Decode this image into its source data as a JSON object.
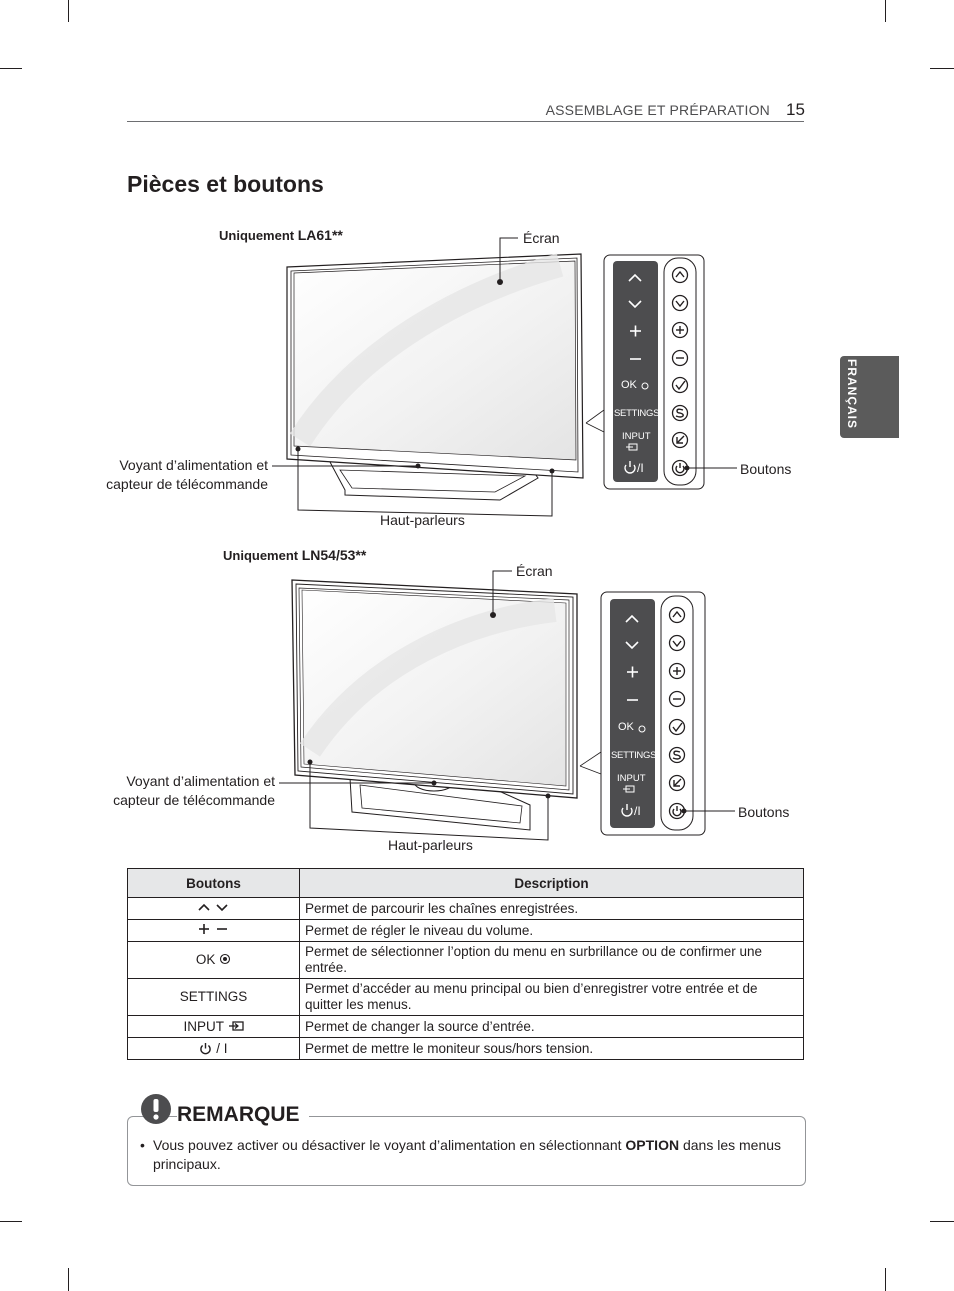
{
  "header": {
    "section": "ASSEMBLAGE ET PRÉPARATION",
    "page_number": "15"
  },
  "side_tab": {
    "language": "FRANÇAIS"
  },
  "title": "Pièces et boutons",
  "figure1": {
    "model_prefix": "Uniquement ",
    "model_code": "LA61**",
    "labels": {
      "screen": "Écran",
      "led_line1": "Voyant d’alimentation et",
      "led_line2": "capteur de télécommande",
      "speakers": "Haut-parleurs",
      "buttons": "Boutons"
    },
    "panel": {
      "ok": "OK",
      "settings": "SETTINGS",
      "input": "INPUT",
      "power": "/I"
    }
  },
  "figure2": {
    "model_prefix": "Uniquement ",
    "model_code": "LN54/53**",
    "labels": {
      "screen": "Écran",
      "led_line1": "Voyant d’alimentation et",
      "led_line2": "capteur de télécommande",
      "speakers": "Haut-parleurs",
      "buttons": "Boutons"
    },
    "panel": {
      "ok": "OK",
      "settings": "SETTINGS",
      "input": "INPUT",
      "power": "/I"
    }
  },
  "table": {
    "headers": [
      "Boutons",
      "Description"
    ],
    "rows": [
      {
        "button": "",
        "icon": "chevron-up-down",
        "description": "Permet de parcourir les chaînes enregistrées."
      },
      {
        "button": "",
        "icon": "plus-minus",
        "description": "Permet de régler le niveau du volume."
      },
      {
        "button": "OK",
        "icon": "ok-circle-dot",
        "description": "Permet de sélectionner l’option du menu en surbrillance ou de confirmer une entrée."
      },
      {
        "button": "SETTINGS",
        "icon": "",
        "description": "Permet d’accéder au menu principal ou bien d’enregistrer votre entrée et de quitter les menus."
      },
      {
        "button": "INPUT",
        "icon": "input-source",
        "description": "Permet de changer la source d’entrée."
      },
      {
        "button": " / I",
        "icon": "power",
        "description": "Permet de mettre le moniteur sous/hors tension."
      }
    ]
  },
  "note": {
    "title": "REMARQUE",
    "text_before": "Vous pouvez activer ou désactiver le voyant d’alimentation en sélectionnant ",
    "text_bold": "OPTION",
    "text_after": " dans les menus principaux."
  }
}
